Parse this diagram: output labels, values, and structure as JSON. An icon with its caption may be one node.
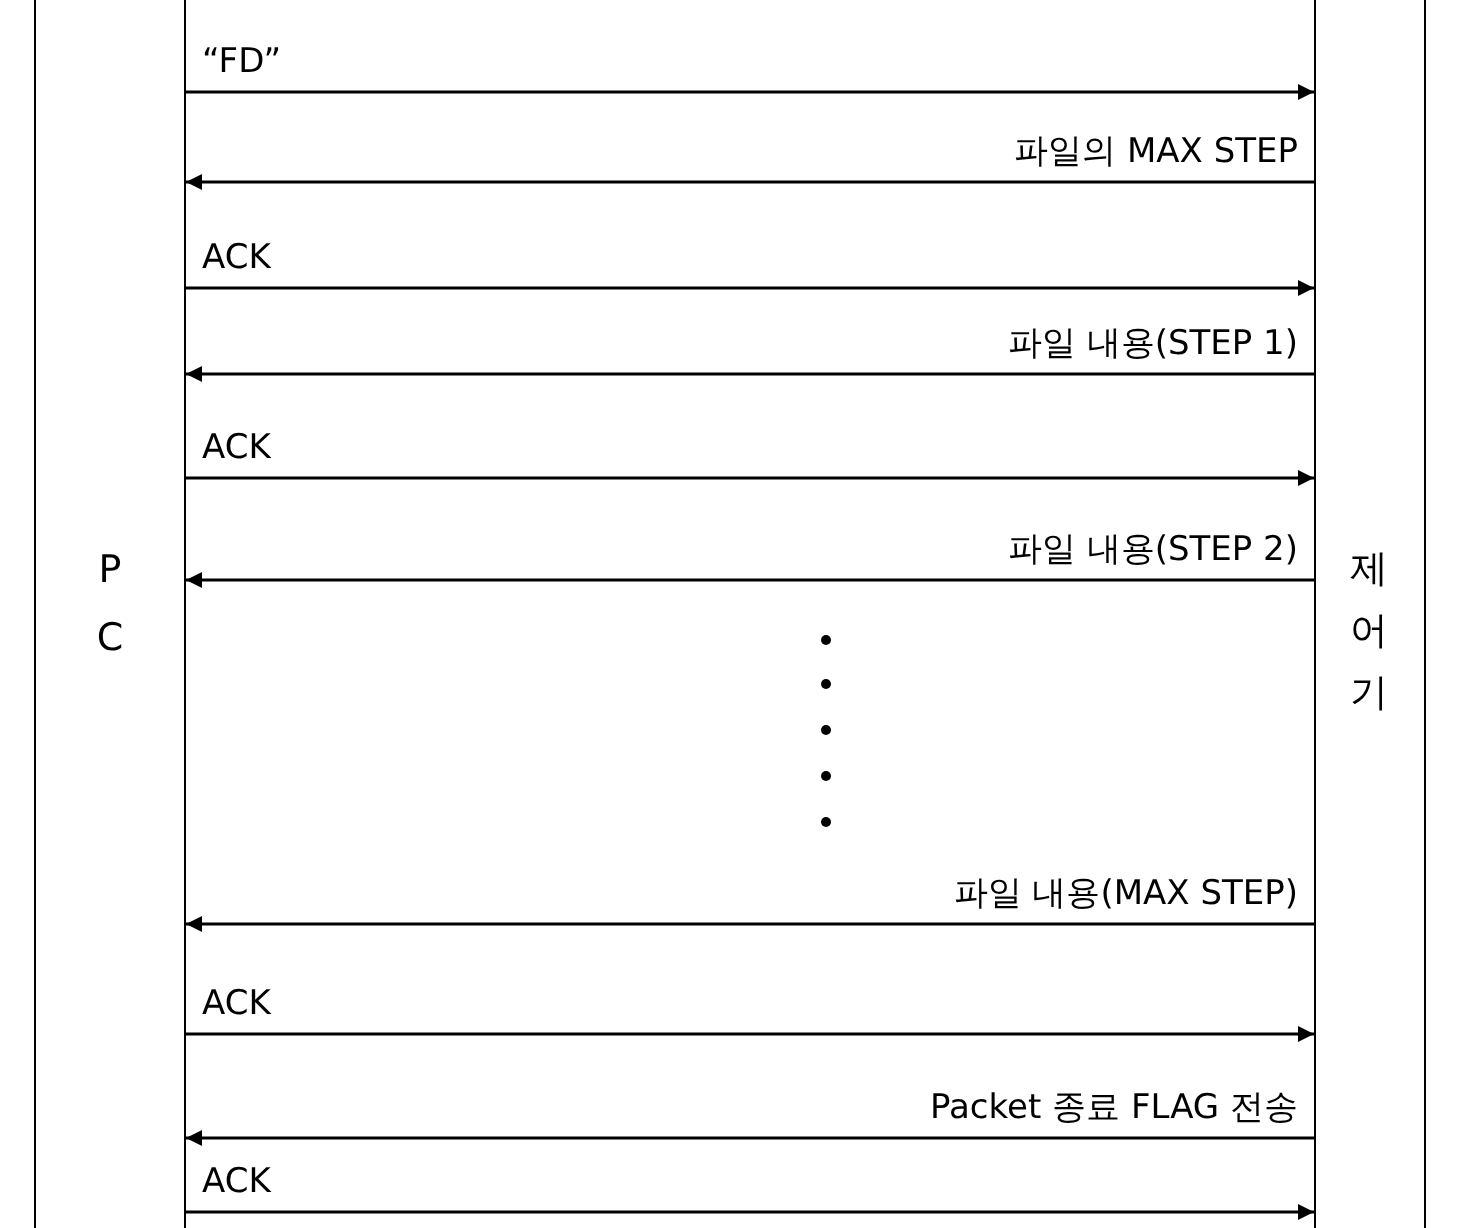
{
  "diagram": {
    "nodes": [
      {
        "text": [
          "PC"
        ]
      },
      {
        "text": [
          "제어기"
        ]
      }
    ],
    "edges": [
      {
        "from": 0,
        "to": 1,
        "arrow": "to",
        "label": "“FD”"
      },
      {
        "from": 1,
        "to": 0,
        "arrow": "to",
        "label": "파일의 MAX STEP"
      },
      {
        "from": 0,
        "to": 1,
        "arrow": "to",
        "label": "ACK"
      },
      {
        "from": 1,
        "to": 0,
        "arrow": "to",
        "label": "파일 내용(STEP 1)"
      },
      {
        "from": 0,
        "to": 1,
        "arrow": "to",
        "label": "ACK"
      },
      {
        "from": 1,
        "to": 0,
        "arrow": "to",
        "label": "파일 내용(STEP 2)"
      },
      {
        "from": 1,
        "to": 0,
        "arrow": "to",
        "label": "파일 내용(MAX STEP)"
      },
      {
        "from": 0,
        "to": 1,
        "arrow": "to",
        "label": "ACK"
      },
      {
        "from": 1,
        "to": 0,
        "arrow": "to",
        "label": "Packet 종료 FLAG 전송"
      },
      {
        "from": 0,
        "to": 1,
        "arrow": "to",
        "label": "ACK"
      }
    ]
  }
}
